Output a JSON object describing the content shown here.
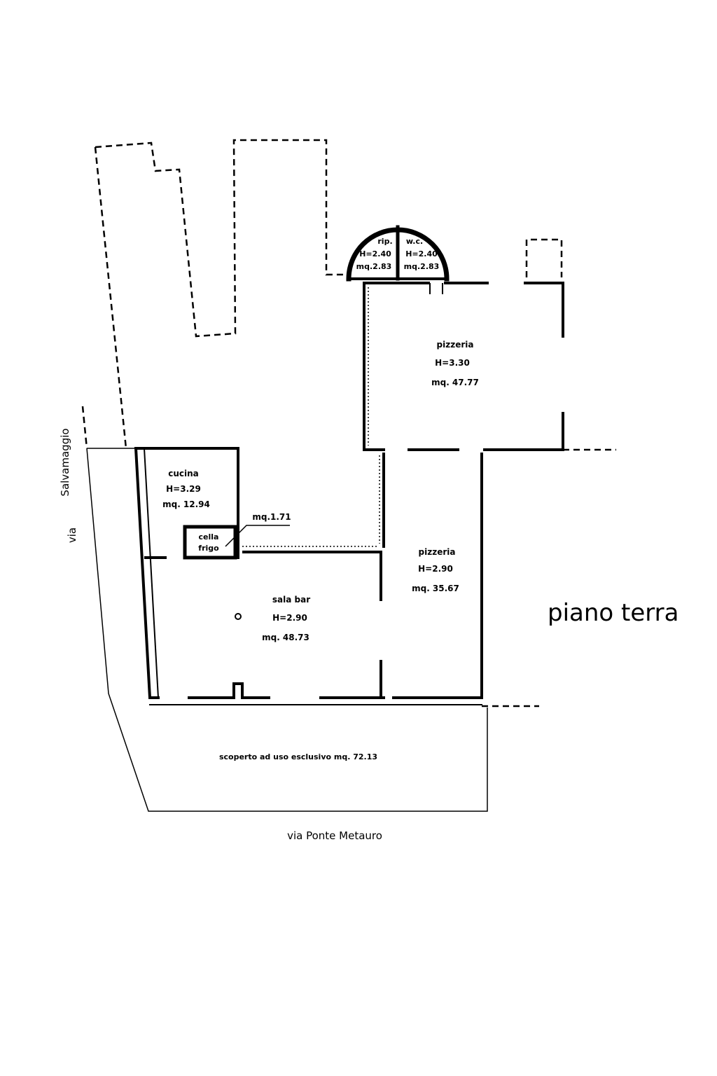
{
  "plan_title": "piano terra",
  "streets": {
    "west_word1": "via",
    "west_word2": "Salvamaggio",
    "south": "via Ponte Metauro"
  },
  "rooms": {
    "rip": {
      "name": "rip.",
      "height": "H=2.40",
      "area": "mq.2.83"
    },
    "wc": {
      "name": "w.c.",
      "height": "H=2.40",
      "area": "mq.2.83"
    },
    "pizzeria_north": {
      "name": "pizzeria",
      "height": "H=3.30",
      "area": "mq. 47.77"
    },
    "cucina": {
      "name": "cucina",
      "height": "H=3.29",
      "area": "mq. 12.94"
    },
    "cella_frigo": {
      "name_line1": "cella",
      "name_line2": "frigo",
      "area": "mq.1.71"
    },
    "sala_bar": {
      "name": "sala  bar",
      "height": "H=2.90",
      "area": "mq. 48.73"
    },
    "pizzeria_south": {
      "name": "pizzeria",
      "height": "H=2.90",
      "area": "mq. 35.67"
    }
  },
  "outdoor": {
    "label": "scoperto ad uso esclusivo mq. 72.13"
  }
}
